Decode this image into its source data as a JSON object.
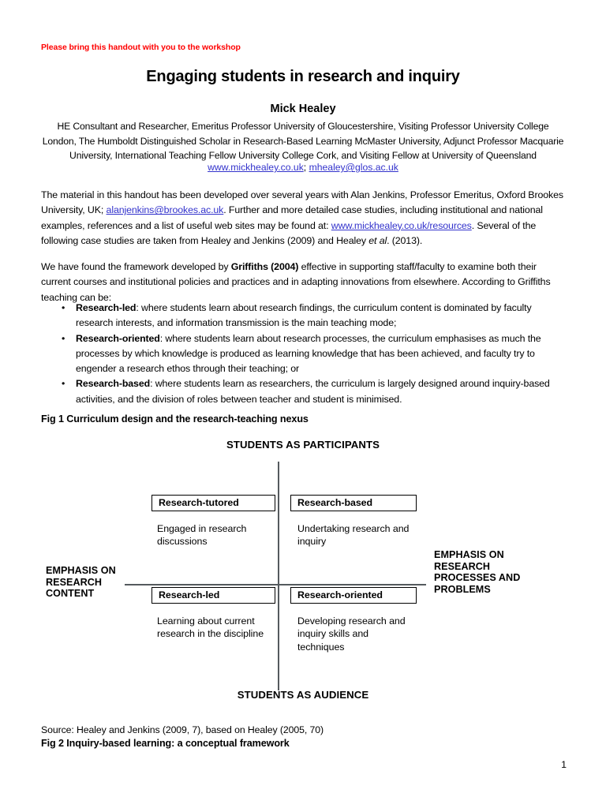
{
  "notice": "Please bring this handout with you to the workshop",
  "title": "Engaging students in research and inquiry",
  "author": {
    "name": "Mick Healey",
    "affiliation": "HE Consultant and Researcher, Emeritus Professor University of Gloucestershire, Visiting Professor University College London, The Humboldt Distinguished Scholar in Research-Based Learning McMaster University, Adjunct Professor Macquarie University, International Teaching Fellow University College Cork, and Visiting Fellow at University of Queensland",
    "website": "www.mickhealey.co.uk",
    "separator": "; ",
    "email": "mhealey@glos.ac.uk"
  },
  "paragraphs": {
    "material": {
      "part1": "The material in this handout has been developed over several years with Alan Jenkins, Professor Emeritus, Oxford Brookes University, UK; ",
      "link1": "alanjenkins@brookes.ac.uk",
      "part2": ".  Further and more detailed case studies, including institutional and national examples, references and a list of useful web sites may be found at: ",
      "link2": "www.mickhealey.co.uk/resources",
      "part3": ". Several of the following case studies are taken from Healey and Jenkins (2009) and Healey ",
      "italic1": "et al",
      "part4": ". (2013)."
    },
    "framework": {
      "part1": "We have found the framework developed by ",
      "bold1": "Griffiths (2004)",
      "part2": " effective in supporting staff/faculty to examine both their current courses and institutional policies and practices and in adapting innovations from elsewhere.  According to Griffiths teaching can be:"
    }
  },
  "bullet_marker": "•",
  "bullets": [
    {
      "term": "Research-led",
      "text": ": where students learn about research findings, the curriculum content is dominated by faculty research interests, and information transmission is the main teaching mode;"
    },
    {
      "term": "Research-oriented",
      "text": ": where students learn about research processes, the curriculum emphasises as much the processes by which knowledge is produced as learning knowledge that has been achieved, and faculty try to engender a research ethos through their teaching; or"
    },
    {
      "term": "Research-based",
      "text": ": where students learn as researchers, the curriculum is largely designed around inquiry-based activities, and the division of roles between teacher and student is minimised."
    }
  ],
  "figure1": {
    "caption": "Fig 1 Curriculum design and the research-teaching nexus",
    "top_axis_label": "STUDENTS AS PARTICIPANTS",
    "bottom_axis_label": "STUDENTS AS AUDIENCE",
    "left_axis_label": "EMPHASIS ON RESEARCH CONTENT",
    "right_axis_label": "EMPHASIS ON RESEARCH PROCESSES AND PROBLEMS",
    "quadrants": {
      "top_left": {
        "title": "Research-tutored",
        "description": "Engaged in research discussions"
      },
      "top_right": {
        "title": "Research-based",
        "description": "Undertaking research and inquiry"
      },
      "bottom_left": {
        "title": "Research-led",
        "description": "Learning about current research in the discipline"
      },
      "bottom_right": {
        "title": "Research-oriented",
        "description": "Developing research and inquiry skills and techniques"
      }
    },
    "source": "Source: Healey and Jenkins (2009, 7), based on Healey (2005, 70)"
  },
  "figure2": {
    "caption": "Fig 2 Inquiry-based learning: a conceptual framework"
  },
  "page_number": "1",
  "colors": {
    "notice_red": "#ff0000",
    "link_blue": "#3333cc",
    "axis_gray": "#555a5e",
    "text_black": "#000000"
  }
}
